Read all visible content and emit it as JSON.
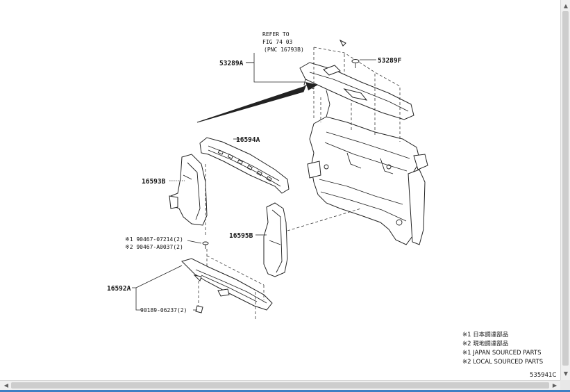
{
  "refer_note": [
    "REFER TO",
    "FIG 74 03",
    "(PNC 16793B)"
  ],
  "parts": {
    "p53289A": "53289A",
    "p53289F": "53289F",
    "p16594A": "16594A",
    "p16593B": "16593B",
    "p16595B": "16595B",
    "p16592A": "16592A",
    "clip1": "※1 90467-07214(2)",
    "clip2": "※2 90467-A0037(2)",
    "bolt": "90189-06237(2)"
  },
  "legend": [
    "※1 日本調達部品",
    "※2 現地調達部品",
    "※1  JAPAN SOURCED PARTS",
    "※2  LOCAL SOURCED PARTS"
  ],
  "figure_id": "535941C",
  "scroll": {
    "up": "▲",
    "down": "▼",
    "left": "◀",
    "right": "▶"
  }
}
